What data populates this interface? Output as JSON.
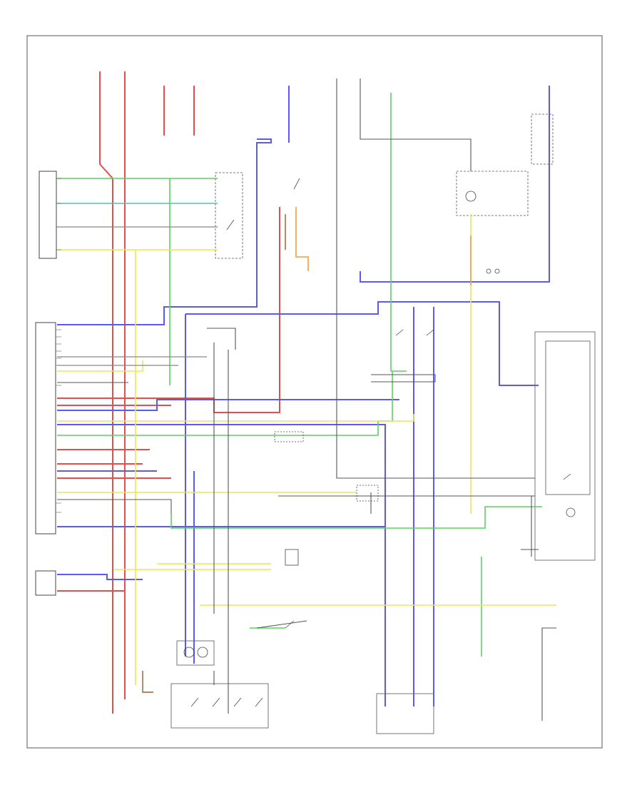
{
  "diagram": {
    "corner_label": "",
    "colors": {
      "red": "#e05050",
      "blue": "#5a5af0",
      "green": "#5ad45a",
      "yellow": "#e8e855",
      "orange": "#f0a030",
      "brown": "#a05a2a",
      "black": "#444444",
      "grey": "#999999",
      "cyan": "#50b8d8"
    },
    "components": [
      {
        "id": "engine-control-module-top",
        "label": ""
      },
      {
        "id": "throttle-position-sensor",
        "label": ""
      },
      {
        "id": "cruise-control-module",
        "label": ""
      },
      {
        "id": "ignition-switch",
        "label": ""
      },
      {
        "id": "brake-switch",
        "label": ""
      },
      {
        "id": "transaxle-range-switch",
        "label": ""
      },
      {
        "id": "vehicle-speed-sensor",
        "label": ""
      },
      {
        "id": "instrument-cluster",
        "label": ""
      },
      {
        "id": "cruise-control-switch",
        "label": ""
      },
      {
        "id": "control-unit",
        "label": ""
      },
      {
        "id": "relay-block",
        "label": ""
      }
    ]
  }
}
